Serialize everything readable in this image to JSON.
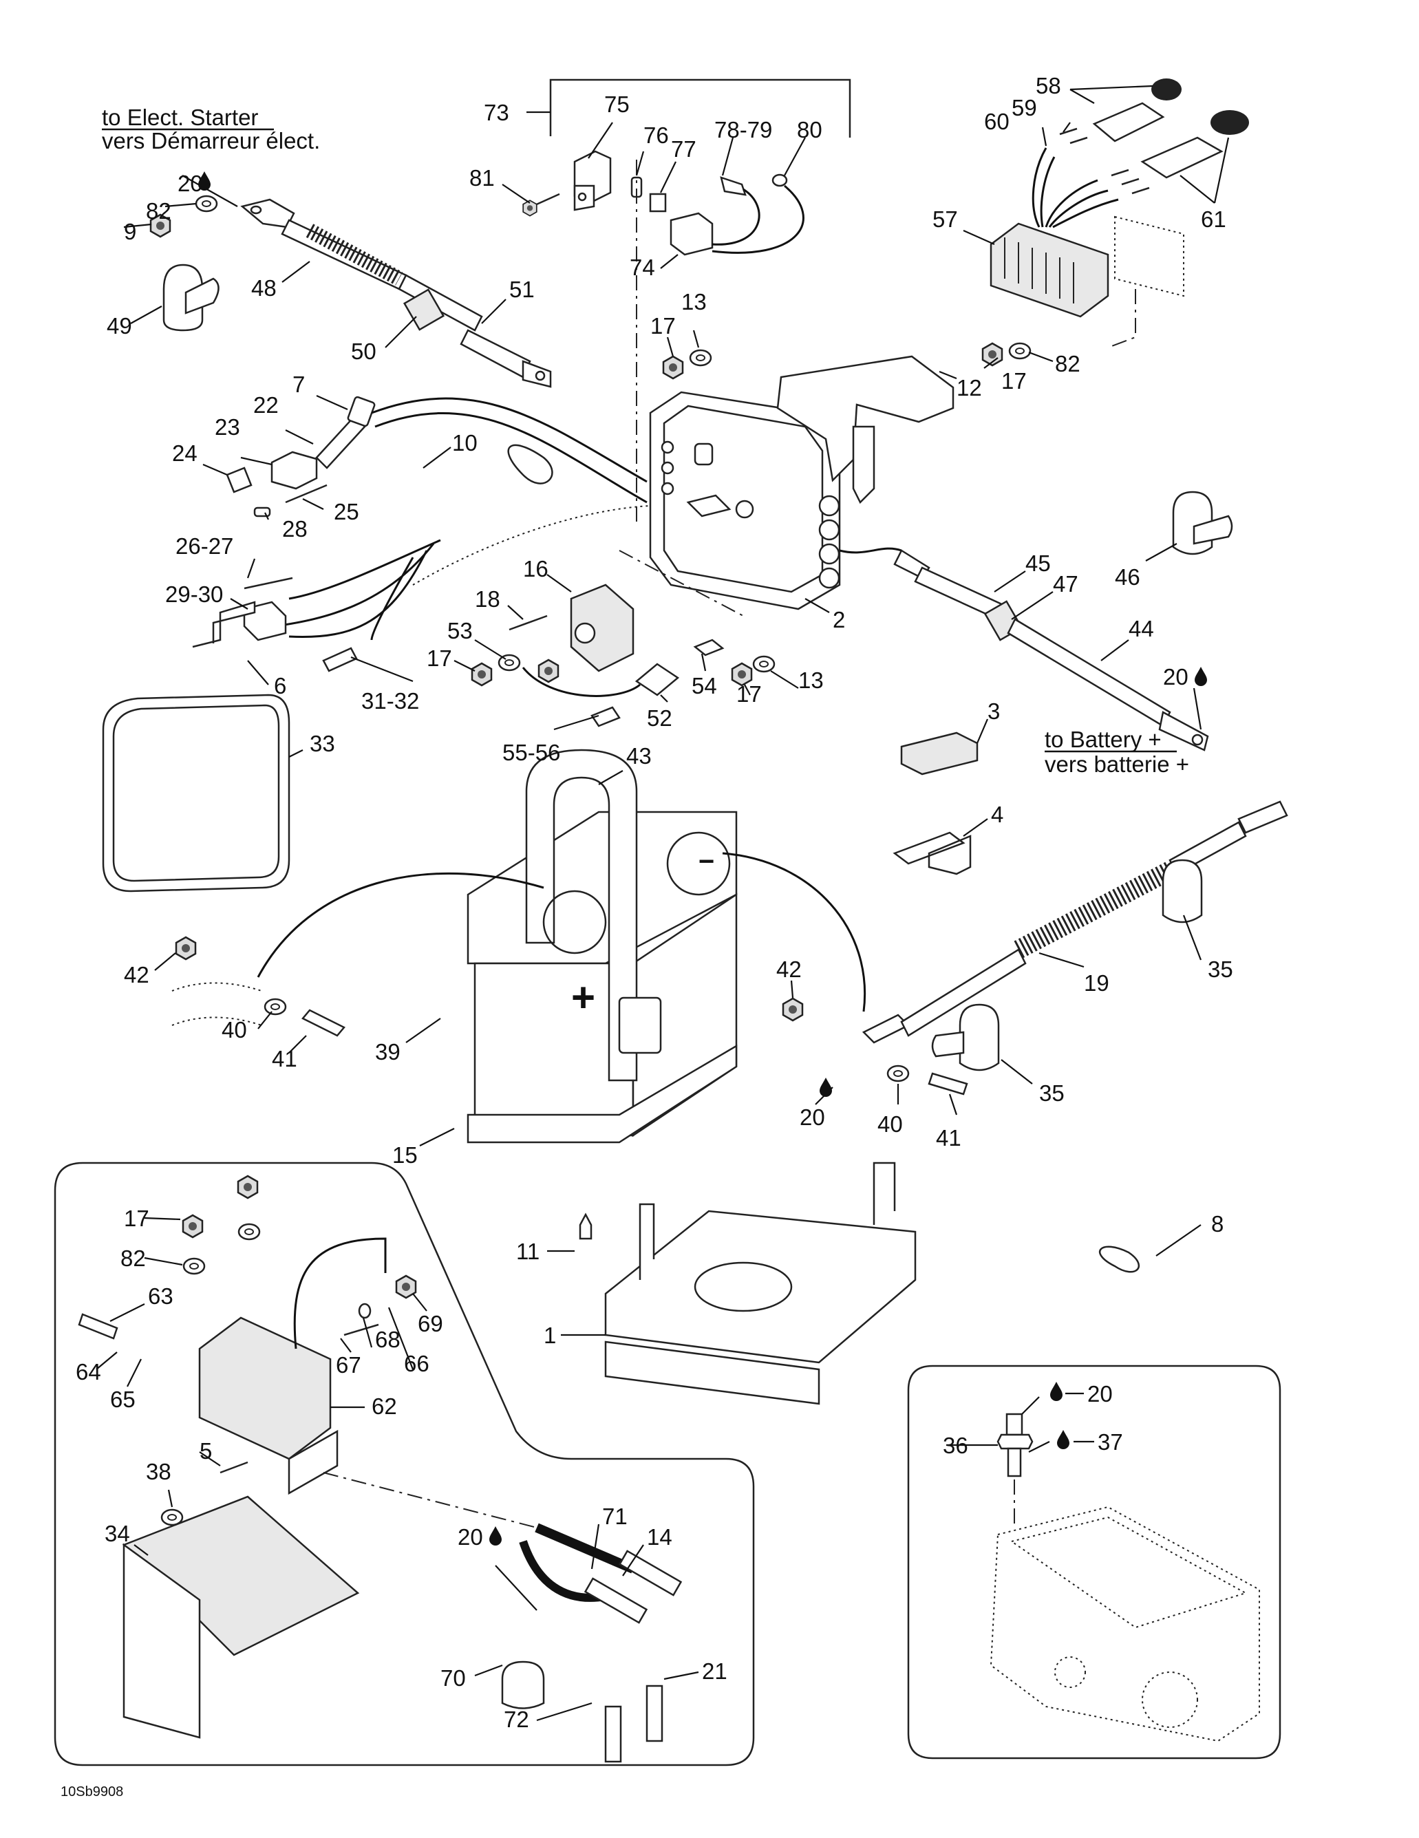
{
  "diagram": {
    "title_notes": {
      "starter_en": "to Elect. Starter",
      "starter_fr": "vers Démarreur élect.",
      "battery_en": "to Battery +",
      "battery_fr": "vers batterie +"
    },
    "drawing_code": "10Sb9908",
    "battery_symbols": {
      "positive": "+",
      "negative": "−"
    },
    "lubricant_icon": "drop-icon",
    "callouts": [
      {
        "id": "c73",
        "text": "73"
      },
      {
        "id": "c75",
        "text": "75"
      },
      {
        "id": "c76",
        "text": "76"
      },
      {
        "id": "c77",
        "text": "77"
      },
      {
        "id": "c7879",
        "text": "78-79"
      },
      {
        "id": "c80",
        "text": "80"
      },
      {
        "id": "c81",
        "text": "81"
      },
      {
        "id": "c74",
        "text": "74"
      },
      {
        "id": "c58",
        "text": "58"
      },
      {
        "id": "c59",
        "text": "59"
      },
      {
        "id": "c60",
        "text": "60"
      },
      {
        "id": "c61",
        "text": "61"
      },
      {
        "id": "c57",
        "text": "57"
      },
      {
        "id": "c82a",
        "text": "82"
      },
      {
        "id": "c17a",
        "text": "17"
      },
      {
        "id": "c12",
        "text": "12"
      },
      {
        "id": "c20a",
        "text": "20"
      },
      {
        "id": "c82b",
        "text": "82"
      },
      {
        "id": "c9",
        "text": "9"
      },
      {
        "id": "c48",
        "text": "48"
      },
      {
        "id": "c49",
        "text": "49"
      },
      {
        "id": "c50",
        "text": "50"
      },
      {
        "id": "c51",
        "text": "51"
      },
      {
        "id": "c17b",
        "text": "17"
      },
      {
        "id": "c13a",
        "text": "13"
      },
      {
        "id": "c7",
        "text": "7"
      },
      {
        "id": "c22",
        "text": "22"
      },
      {
        "id": "c23",
        "text": "23"
      },
      {
        "id": "c24",
        "text": "24"
      },
      {
        "id": "c10",
        "text": "10"
      },
      {
        "id": "c25",
        "text": "25"
      },
      {
        "id": "c28",
        "text": "28"
      },
      {
        "id": "c2627",
        "text": "26-27"
      },
      {
        "id": "c2930",
        "text": "29-30"
      },
      {
        "id": "c16",
        "text": "16"
      },
      {
        "id": "c18",
        "text": "18"
      },
      {
        "id": "c53",
        "text": "53"
      },
      {
        "id": "c17c",
        "text": "17"
      },
      {
        "id": "c52",
        "text": "52"
      },
      {
        "id": "c54",
        "text": "54"
      },
      {
        "id": "c17d",
        "text": "17"
      },
      {
        "id": "c13b",
        "text": "13"
      },
      {
        "id": "c2",
        "text": "2"
      },
      {
        "id": "c45",
        "text": "45"
      },
      {
        "id": "c47",
        "text": "47"
      },
      {
        "id": "c46",
        "text": "46"
      },
      {
        "id": "c44",
        "text": "44"
      },
      {
        "id": "c20b",
        "text": "20"
      },
      {
        "id": "c6",
        "text": "6"
      },
      {
        "id": "c3132",
        "text": "31-32"
      },
      {
        "id": "c5556",
        "text": "55-56"
      },
      {
        "id": "c33",
        "text": "33"
      },
      {
        "id": "c43",
        "text": "43"
      },
      {
        "id": "c3",
        "text": "3"
      },
      {
        "id": "c4",
        "text": "4"
      },
      {
        "id": "c35a",
        "text": "35"
      },
      {
        "id": "c19",
        "text": "19"
      },
      {
        "id": "c42a",
        "text": "42"
      },
      {
        "id": "c40a",
        "text": "40"
      },
      {
        "id": "c41a",
        "text": "41"
      },
      {
        "id": "c39",
        "text": "39"
      },
      {
        "id": "c42b",
        "text": "42"
      },
      {
        "id": "c20c",
        "text": "20"
      },
      {
        "id": "c40b",
        "text": "40"
      },
      {
        "id": "c41b",
        "text": "41"
      },
      {
        "id": "c35b",
        "text": "35"
      },
      {
        "id": "c15",
        "text": "15"
      },
      {
        "id": "c11",
        "text": "11"
      },
      {
        "id": "c1",
        "text": "1"
      },
      {
        "id": "c8",
        "text": "8"
      },
      {
        "id": "c17e",
        "text": "17"
      },
      {
        "id": "c82c",
        "text": "82"
      },
      {
        "id": "c63",
        "text": "63"
      },
      {
        "id": "c64",
        "text": "64"
      },
      {
        "id": "c65",
        "text": "65"
      },
      {
        "id": "c67",
        "text": "67"
      },
      {
        "id": "c68",
        "text": "68"
      },
      {
        "id": "c66",
        "text": "66"
      },
      {
        "id": "c69",
        "text": "69"
      },
      {
        "id": "c62",
        "text": "62"
      },
      {
        "id": "c5",
        "text": "5"
      },
      {
        "id": "c38",
        "text": "38"
      },
      {
        "id": "c34",
        "text": "34"
      },
      {
        "id": "c71",
        "text": "71"
      },
      {
        "id": "c14",
        "text": "14"
      },
      {
        "id": "c20d",
        "text": "20"
      },
      {
        "id": "c70",
        "text": "70"
      },
      {
        "id": "c72",
        "text": "72"
      },
      {
        "id": "c21",
        "text": "21"
      },
      {
        "id": "c20e",
        "text": "20"
      },
      {
        "id": "c36",
        "text": "36"
      },
      {
        "id": "c37",
        "text": "37"
      }
    ]
  }
}
